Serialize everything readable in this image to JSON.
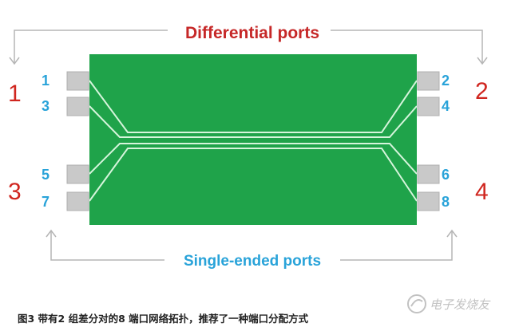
{
  "labels": {
    "top": "Differential ports",
    "bottom": "Single-ended ports"
  },
  "port_numbers": [
    "1",
    "3",
    "5",
    "7",
    "2",
    "4",
    "6",
    "8"
  ],
  "group_numbers": [
    "1",
    "2",
    "3",
    "4"
  ],
  "caption": "图3 带有2 组差分对的8 端口网络拓扑，推荐了一种端口分配方式",
  "watermark": "电子发烧友",
  "colors": {
    "board": "#1fa34a",
    "trace": "#d6f5dc",
    "pad": "#c9c9c9",
    "top_label": "#c62828",
    "bottom_label": "#29a3d9",
    "port_number": "#29a3d9",
    "group_number": "#d0261f",
    "arrow": "#b5b5b5"
  }
}
